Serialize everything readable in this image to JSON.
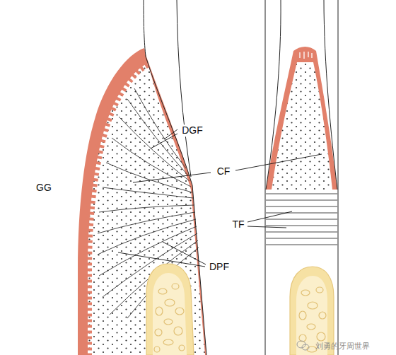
{
  "diagram": {
    "labels": [
      "GG",
      "DGF",
      "CF",
      "DPF",
      "TF",
      "刘勇的牙周世界"
    ]
  }
}
